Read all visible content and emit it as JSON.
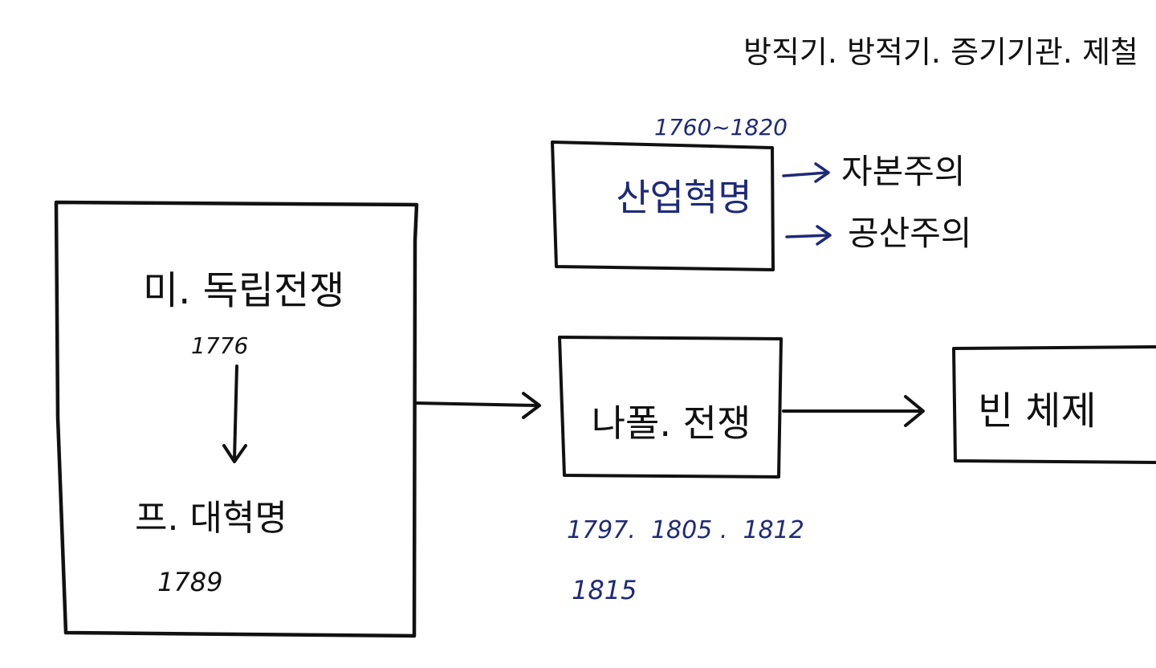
{
  "colors": {
    "ink": "#111111",
    "blue_ink": "#1e2a78",
    "paper": "#ffffff"
  },
  "top_note": "방직기. 방적기. 증기기관. 제철",
  "industrial_revolution": {
    "label": "산업혁명",
    "period": "1760~1820",
    "outcomes": [
      "자본주의",
      "공산주의"
    ]
  },
  "left_box": {
    "event_1": "미. 독립전쟁",
    "year_1": "1776",
    "event_2": "프. 대혁명",
    "year_2": "1789"
  },
  "napoleonic_wars": {
    "label": "나폴. 전쟁",
    "years_line_1": "1797.  1805 .  1812",
    "years_line_2": "1815"
  },
  "vienna_system": {
    "label": "빈 체제"
  }
}
